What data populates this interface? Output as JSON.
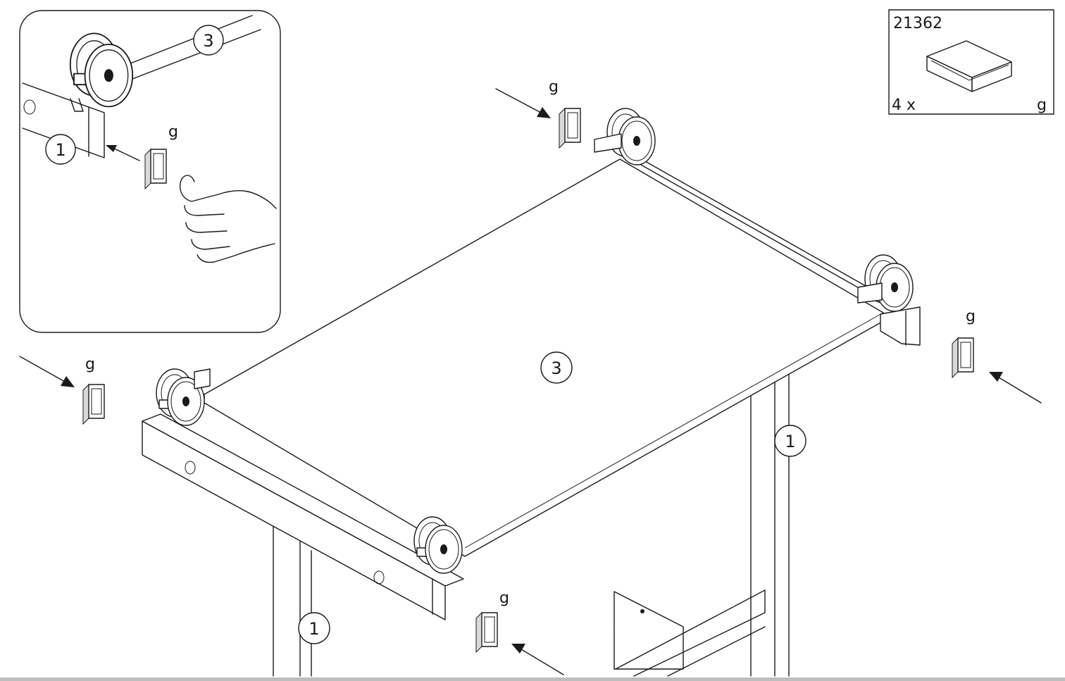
{
  "part_box": {
    "part_number": "21362",
    "quantity": "4 x",
    "part_letter": "g"
  },
  "labels": {
    "part_g": "g",
    "part_1": "1",
    "part_3": "3"
  },
  "colors": {
    "line": "#1a1a1a",
    "paper": "#ffffff",
    "footer": "#bdbdbd"
  }
}
